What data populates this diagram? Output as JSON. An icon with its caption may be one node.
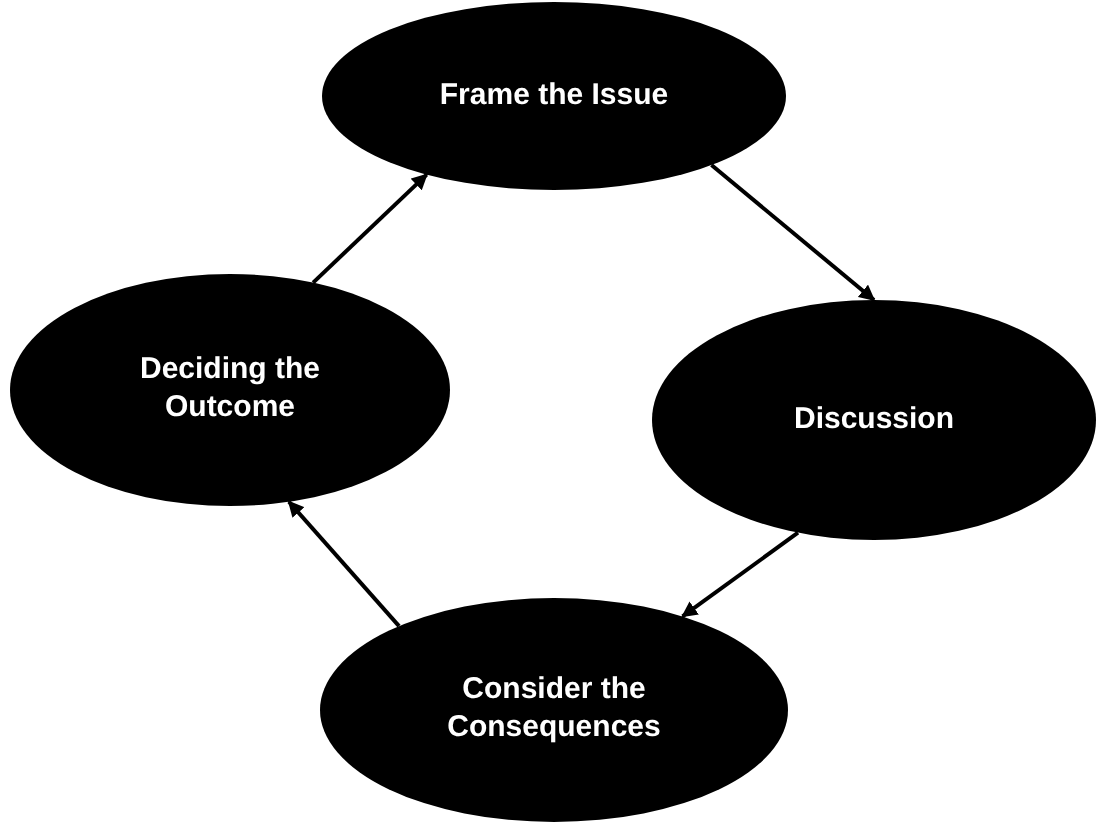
{
  "diagram": {
    "nodes": [
      {
        "text": [
          "Frame the Issue"
        ]
      },
      {
        "text": [
          "Discussion"
        ]
      },
      {
        "text": [
          "Consider the Consequences"
        ]
      },
      {
        "text": [
          "Deciding the Outcome"
        ]
      }
    ],
    "edges": [
      {
        "from": 0,
        "to": 1,
        "arrow": "to"
      },
      {
        "from": 1,
        "to": 2,
        "arrow": "to"
      },
      {
        "from": 2,
        "to": 3,
        "arrow": "to"
      },
      {
        "from": 3,
        "to": 0,
        "arrow": "to"
      }
    ]
  }
}
